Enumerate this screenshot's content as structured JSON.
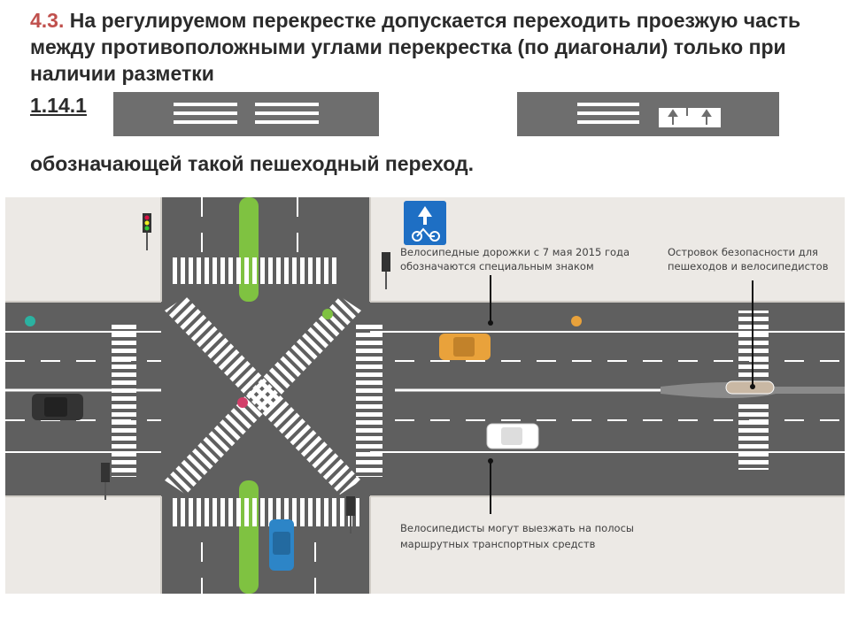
{
  "rule": {
    "number": "4.3.",
    "text": "На регулируемом перекрестке допускается переходить проезжую часть между противоположными углами перекрестка (по диагонали) только при наличии разметки",
    "marking_code": "1.14.1",
    "text_end": "обозначающей такой пешеходный переход."
  },
  "illustration": {
    "sign": "bicycle-path-sign",
    "callouts": {
      "bike_paths_line1": "Велосипедные дорожки с 7 мая 2015 года",
      "bike_paths_line2": "обозначаются специальным знаком",
      "island_line1": "Островок безопасности для",
      "island_line2": "пешеходов и велосипедистов",
      "bus_lane_line1": "Велосипедисты могут выезжать на полосы",
      "bus_lane_line2": "маршрутных транспортных средств"
    }
  },
  "colors": {
    "heading_number": "#c0504d",
    "text": "#2b2b2b",
    "road": "#5f5f5f",
    "sidewalk": "#ece9e5",
    "bike_lane": "#7fc241",
    "sign_blue": "#1e6fc4"
  }
}
